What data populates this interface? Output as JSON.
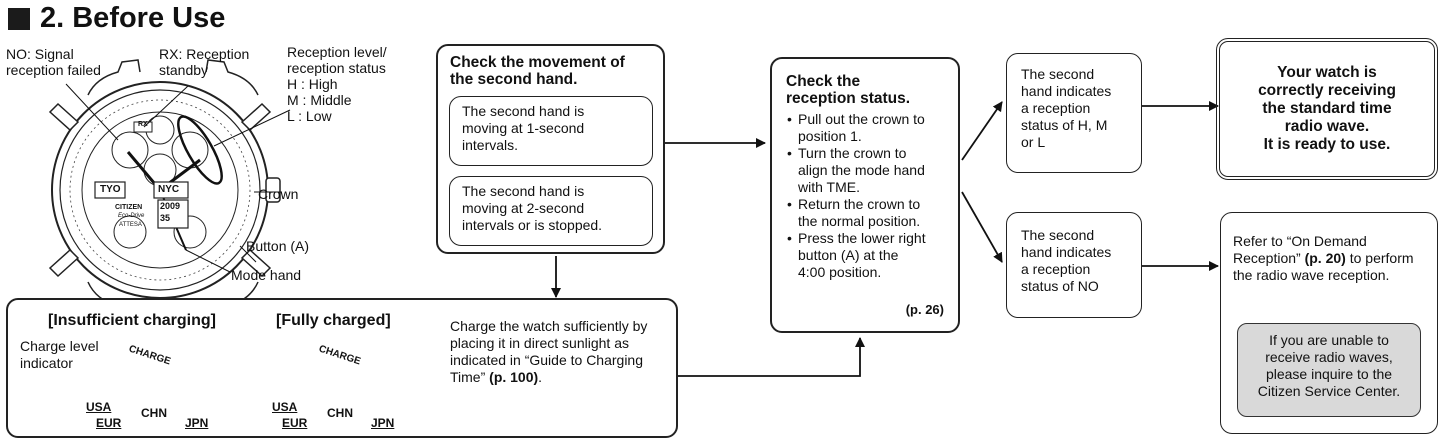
{
  "header": {
    "title": "2. Before Use"
  },
  "watch": {
    "labels": {
      "no": [
        "NO: Signal",
        "reception failed"
      ],
      "rx": [
        "RX: Reception",
        "standby"
      ],
      "level": [
        "Reception level/",
        "reception status",
        "H  : High",
        "M  : Middle",
        "L   : Low"
      ],
      "crown": "Crown",
      "button_a": "Button (A)",
      "mode_hand": "Mode hand"
    },
    "dial": {
      "tyo": "TYO",
      "nyc": "NYC",
      "year": "2009",
      "minute": "35",
      "brand": "CITIZEN",
      "sub": "Eco-Drive",
      "sub2": "ATTESA",
      "rx_window": "RX"
    }
  },
  "check_movement": {
    "heading": [
      "Check the movement of",
      "the second hand."
    ],
    "option1": [
      "The second hand is",
      "moving at 1-second",
      "intervals."
    ],
    "option2": [
      "The second hand is",
      "moving at 2-second",
      "intervals or is stopped."
    ]
  },
  "check_reception": {
    "heading": [
      "Check the",
      "reception status."
    ],
    "steps": [
      [
        "Pull out the crown to",
        "position 1."
      ],
      [
        "Turn the crown to",
        "align the mode hand",
        "with TME."
      ],
      [
        "Return the crown to",
        "the normal position."
      ],
      [
        "Press the lower right",
        "button (A) at the",
        "4:00 position."
      ]
    ],
    "page_ref": "(p. 26)"
  },
  "status_hml": [
    "The second",
    "hand indicates",
    "a reception",
    "status of H, M",
    "or L"
  ],
  "status_no": [
    "The second",
    "hand indicates",
    "a reception",
    "status of NO"
  ],
  "result_ok": [
    "Your watch is",
    "correctly receiving",
    "the standard time",
    "radio wave.",
    "It is ready to use."
  ],
  "on_demand": {
    "text_pre": "Refer to “On Demand Reception”",
    "ref": "(p. 20)",
    "text_post": "to perform the radio wave reception."
  },
  "service_note": [
    "If you are unable to",
    "receive radio waves,",
    "please inquire to the",
    "Citizen Service Center."
  ],
  "charging": {
    "insufficient_label": "[Insufficient charging]",
    "full_label": "[Fully charged]",
    "indicator_label": [
      "Charge level",
      "indicator"
    ],
    "gauge_word": "CHARGE",
    "cities": {
      "usa": "USA",
      "eur": "EUR",
      "chn": "CHN",
      "jpn": "JPN"
    },
    "text_pre": "Charge the watch sufficiently by placing it in direct sunlight as indicated in “Guide to Charging Time”",
    "ref": "(p. 100)",
    "text_post": "."
  }
}
